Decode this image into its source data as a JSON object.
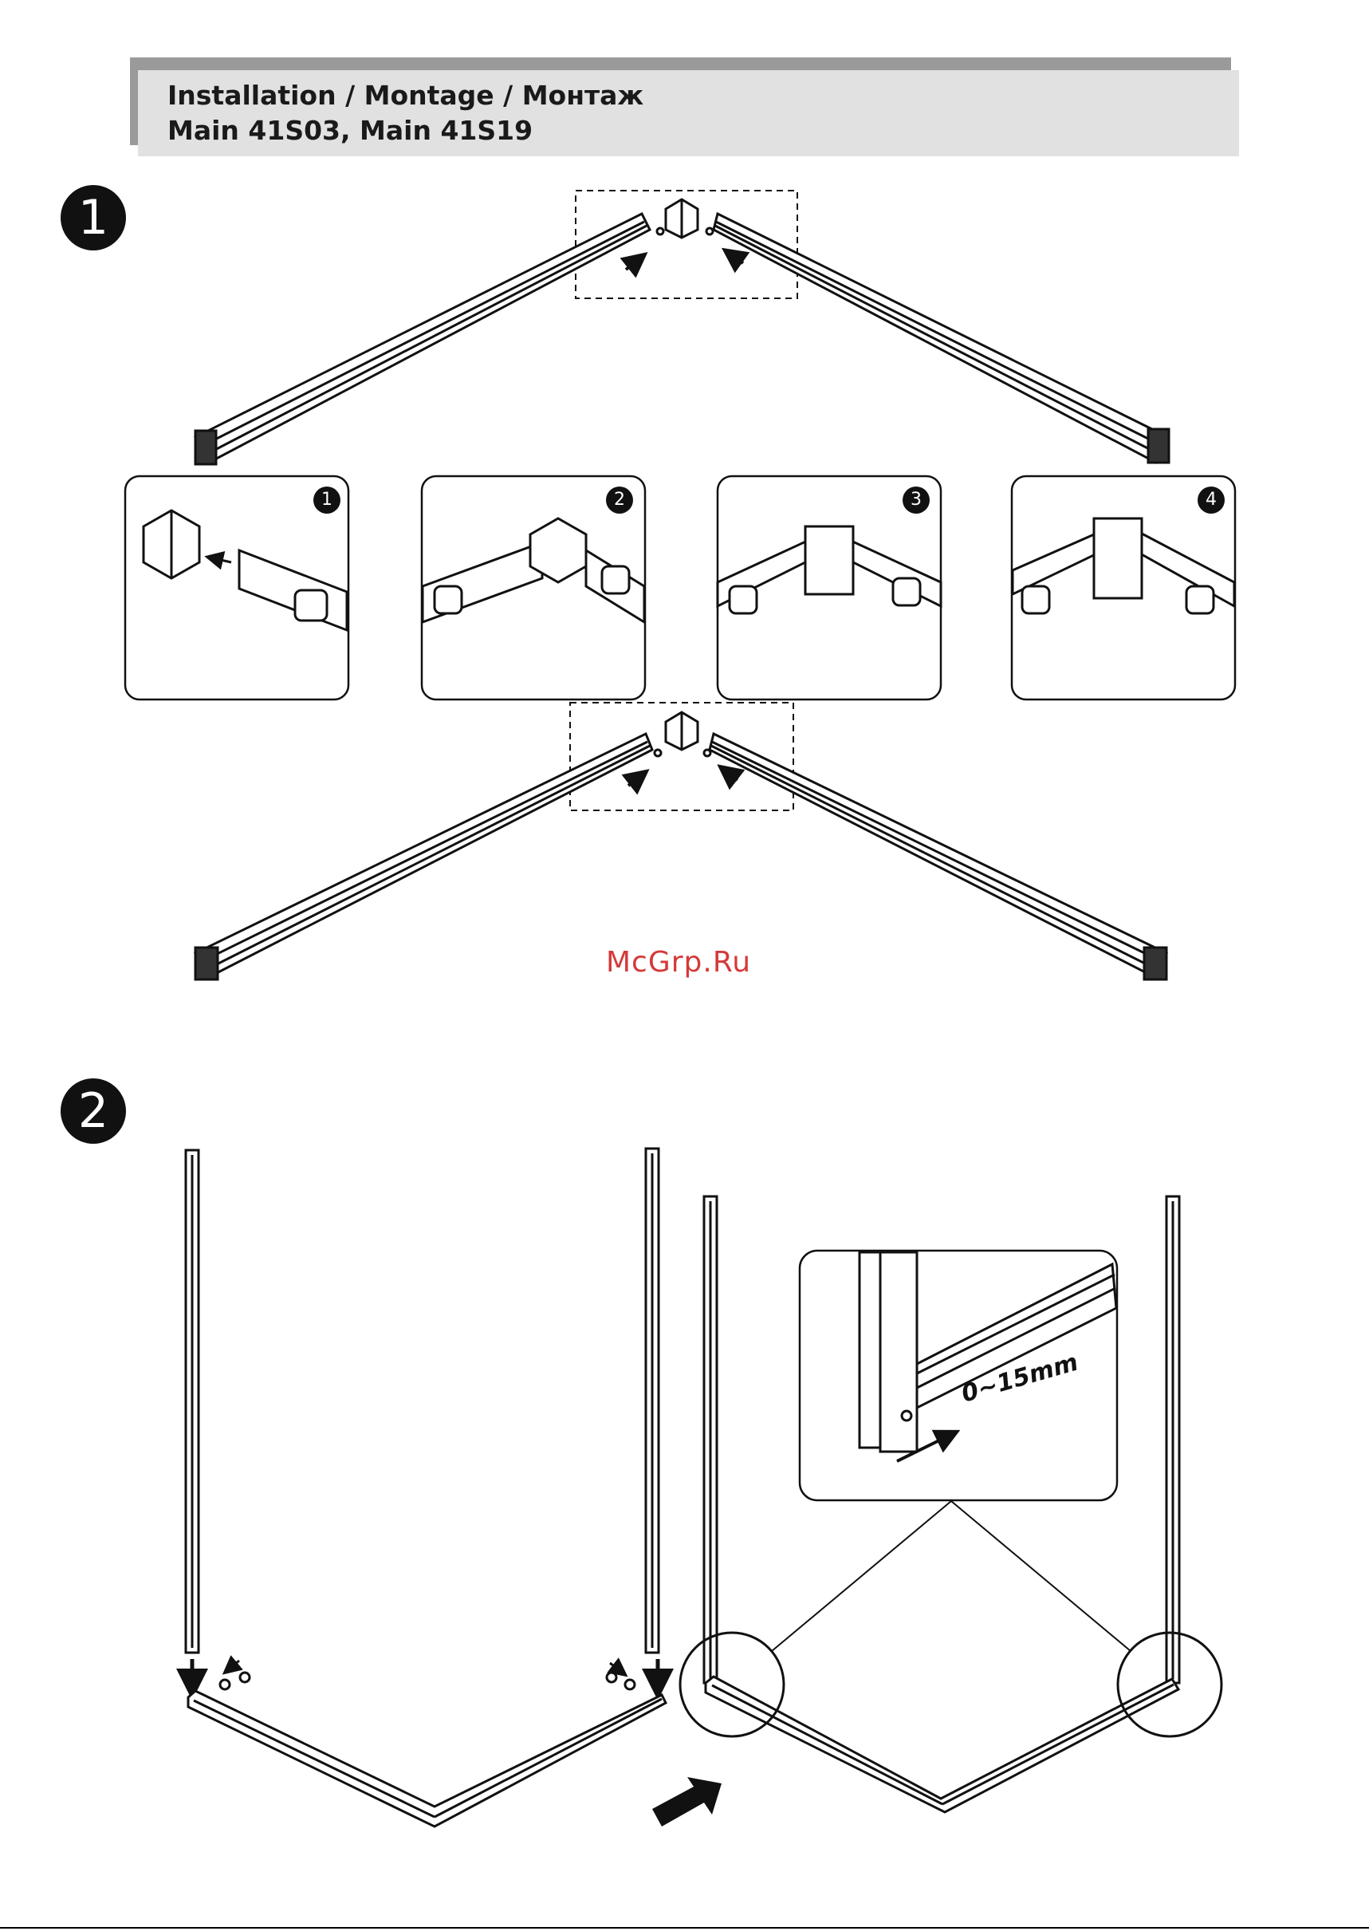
{
  "header": {
    "line1": "Installation / Montage / Монтаж",
    "line2": "Main 41S03, Main 41S19"
  },
  "steps": [
    {
      "number": "1"
    },
    {
      "number": "2"
    }
  ],
  "substeps": [
    "1",
    "2",
    "3",
    "4"
  ],
  "watermark": "McGrp.Ru",
  "detail": {
    "gap_label": "0~15mm"
  }
}
